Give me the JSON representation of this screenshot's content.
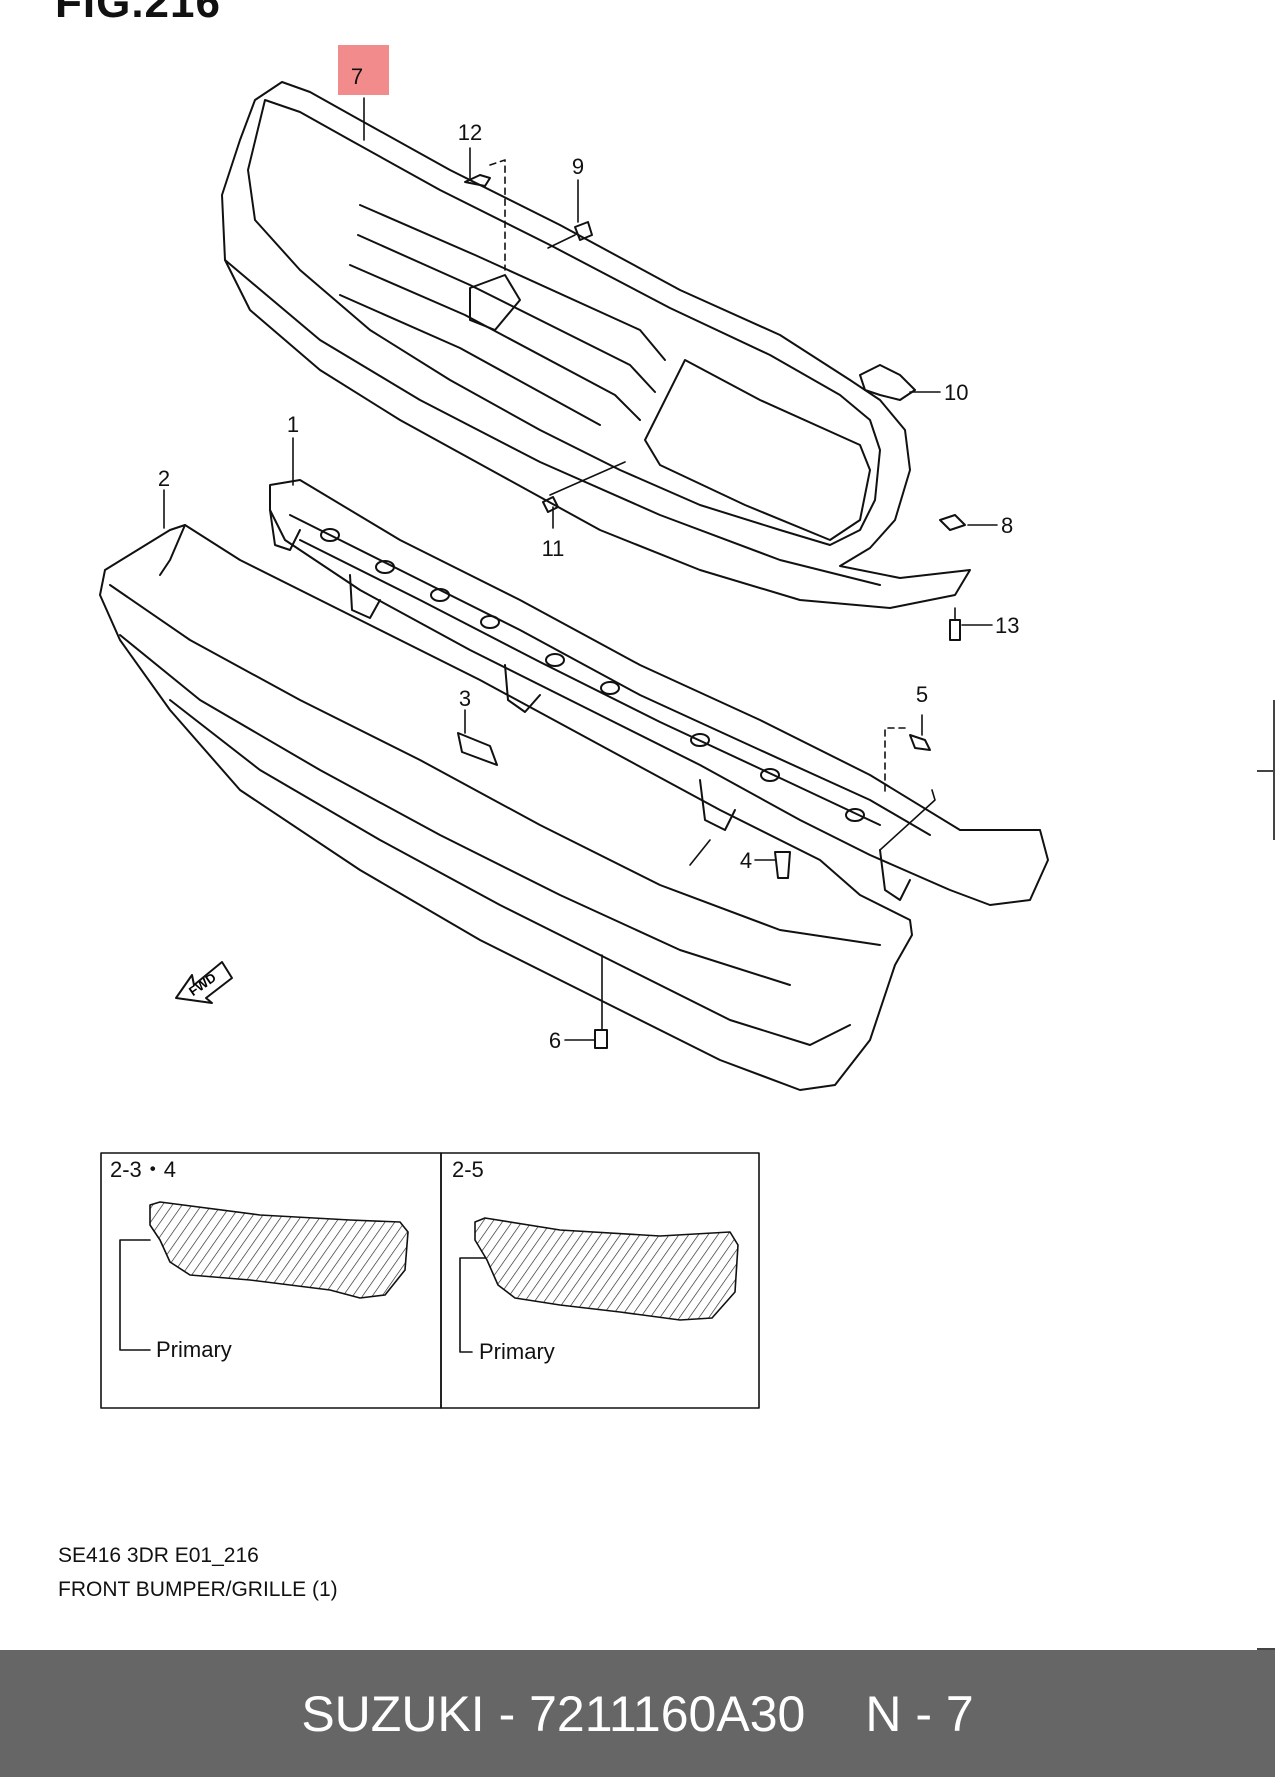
{
  "figure": {
    "title": "FIG.216",
    "highlight_color": "#f28b8b",
    "highlighted_part": "7"
  },
  "callouts": [
    {
      "id": "7",
      "label": "7"
    },
    {
      "id": "12",
      "label": "12"
    },
    {
      "id": "9",
      "label": "9"
    },
    {
      "id": "10",
      "label": "10"
    },
    {
      "id": "1",
      "label": "1"
    },
    {
      "id": "2",
      "label": "2"
    },
    {
      "id": "11",
      "label": "11"
    },
    {
      "id": "8",
      "label": "8"
    },
    {
      "id": "13",
      "label": "13"
    },
    {
      "id": "3",
      "label": "3"
    },
    {
      "id": "5",
      "label": "5"
    },
    {
      "id": "4",
      "label": "4"
    },
    {
      "id": "6",
      "label": "6"
    }
  ],
  "direction_arrow": {
    "label": "FWD"
  },
  "variants": [
    {
      "code": "2-3・4",
      "label": "Primary"
    },
    {
      "code": "2-5",
      "label": "Primary"
    }
  ],
  "caption": {
    "model_code": "SE416 3DR E01_216",
    "group_name": "FRONT BUMPER/GRILLE (1)"
  },
  "footer": {
    "brand_part": "SUZUKI - 7211160A30",
    "position": "N - 7",
    "background": "#666666"
  }
}
